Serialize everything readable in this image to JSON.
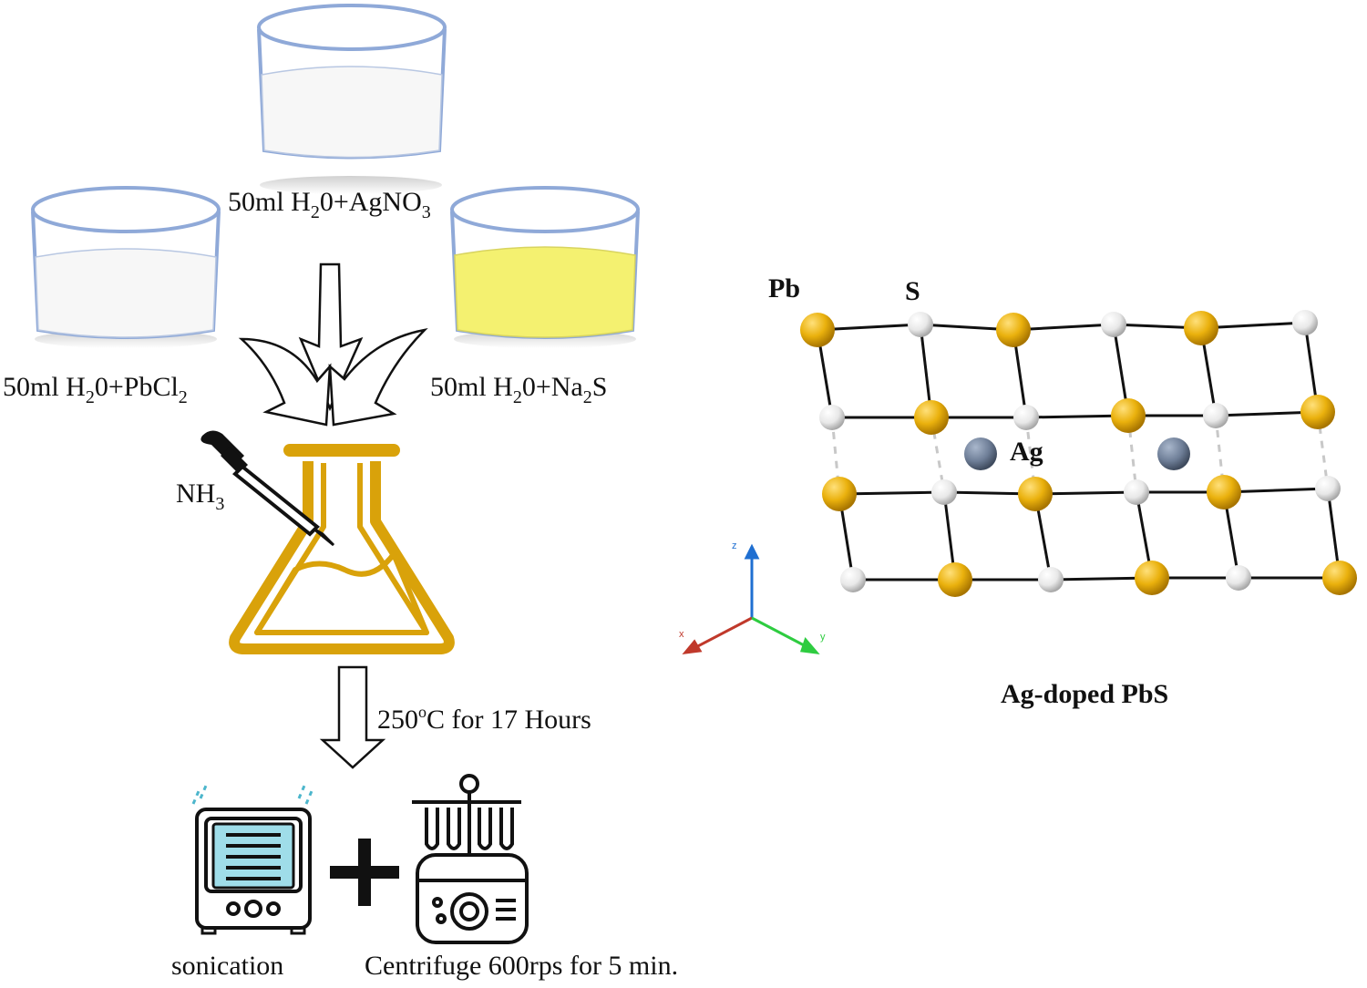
{
  "beakers": {
    "agno3": {
      "prefix": "50ml H",
      "sub1": "2",
      "mid": "0+AgNO",
      "sub2": "3",
      "liquid_color": "#f7f7f7"
    },
    "pbcl2": {
      "prefix": "50ml H",
      "sub1": "2",
      "mid": "0+PbCl",
      "sub2": "2",
      "liquid_color": "#f7f7f7"
    },
    "na2s": {
      "prefix": "50ml H",
      "sub1": "2",
      "mid": "0+Na",
      "sub2": "2",
      "tail": "S",
      "liquid_color": "#f4f170"
    }
  },
  "dropper": {
    "reagent": "NH",
    "reagent_sub": "3"
  },
  "heating": {
    "prefix": "250",
    "sup": "o",
    "suffix": "C for 17 Hours"
  },
  "equipment": {
    "sonication": "sonication",
    "centrifuge": "Centrifuge 600rps for 5 min."
  },
  "crystal": {
    "pb_label": "Pb",
    "s_label": "S",
    "ag_label": "Ag",
    "title": "Ag-doped PbS",
    "axes": {
      "z": "z",
      "x": "x",
      "y": "y"
    }
  },
  "colors": {
    "flask": "#d9a20a",
    "pb_atom": "#eab10d",
    "s_atom": "#eeeeee",
    "ag_atom": "#6f7f98",
    "beaker_outline": "#8fa9d8",
    "axis_x": "#c0392b",
    "axis_y": "#2ecc40",
    "axis_z": "#1f6fd1"
  }
}
